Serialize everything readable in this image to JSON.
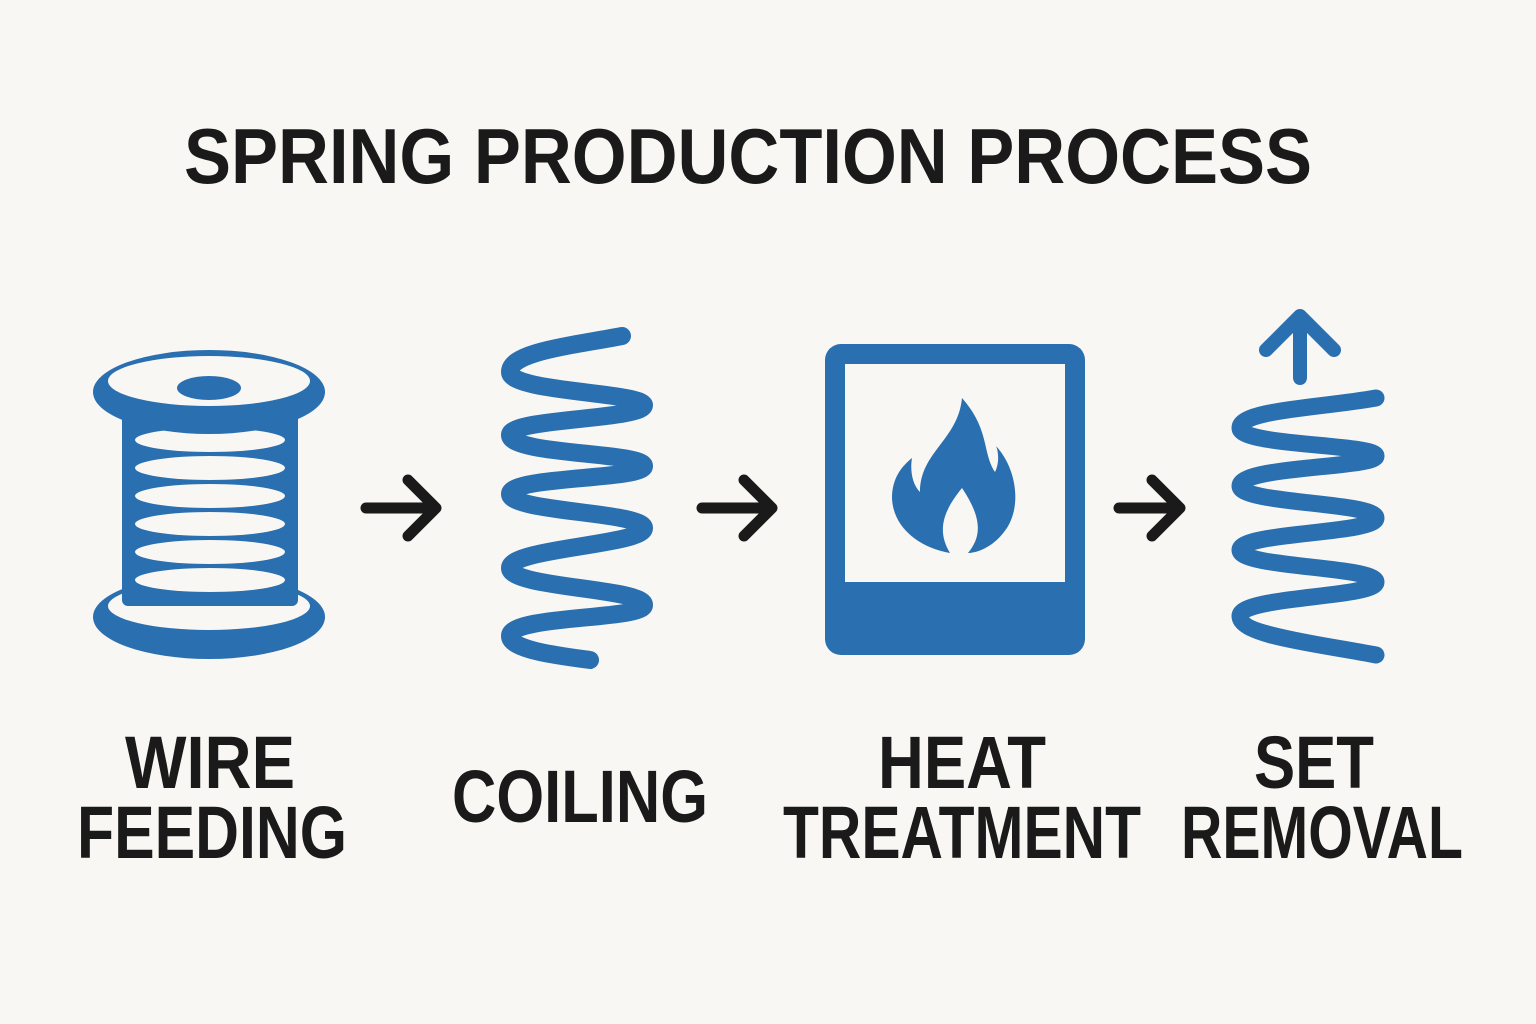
{
  "title": "SPRING PRODUCTION PROCESS",
  "colors": {
    "accent": "#2a6fb0",
    "text": "#1a1a1a",
    "background": "#f8f7f3"
  },
  "steps": [
    {
      "label_line1": "WIRE",
      "label_line2": "FEEDING",
      "icon": "wire-spool-icon"
    },
    {
      "label_line1": "COILING",
      "icon": "coil-spring-icon"
    },
    {
      "label_line1": "HEAT",
      "label_line2": "TREATMENT",
      "icon": "furnace-flame-icon"
    },
    {
      "label_line1": "SET",
      "label_line2": "REMOVAL",
      "icon": "spring-up-arrow-icon"
    }
  ],
  "connectors": [
    "arrow-right-icon",
    "arrow-right-icon",
    "arrow-right-icon"
  ]
}
